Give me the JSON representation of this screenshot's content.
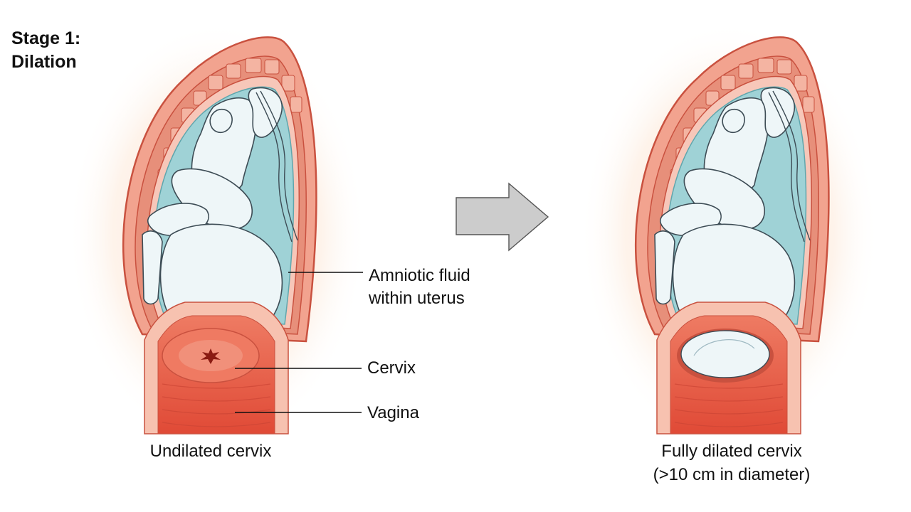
{
  "title": {
    "line1": "Stage 1:",
    "line2": "Dilation"
  },
  "labels": {
    "amniotic_line1": "Amniotic fluid",
    "amniotic_line2": "within uterus",
    "cervix": "Cervix",
    "vagina": "Vagina"
  },
  "captions": {
    "left": "Undilated cervix",
    "right_line1": "Fully dilated cervix",
    "right_line2": "(>10 cm in diameter)"
  },
  "colors": {
    "uterus_wall": "#f2a38f",
    "uterus_outline": "#c9513f",
    "muscle": "#e78f7a",
    "amniotic_fluid": "#9fd2d6",
    "fetus": "#eef6f8",
    "cervix": "#e8604c",
    "vagina_wall": "#f7c2b0",
    "glow": "#fde3cf",
    "arrow": "#cccccc"
  }
}
